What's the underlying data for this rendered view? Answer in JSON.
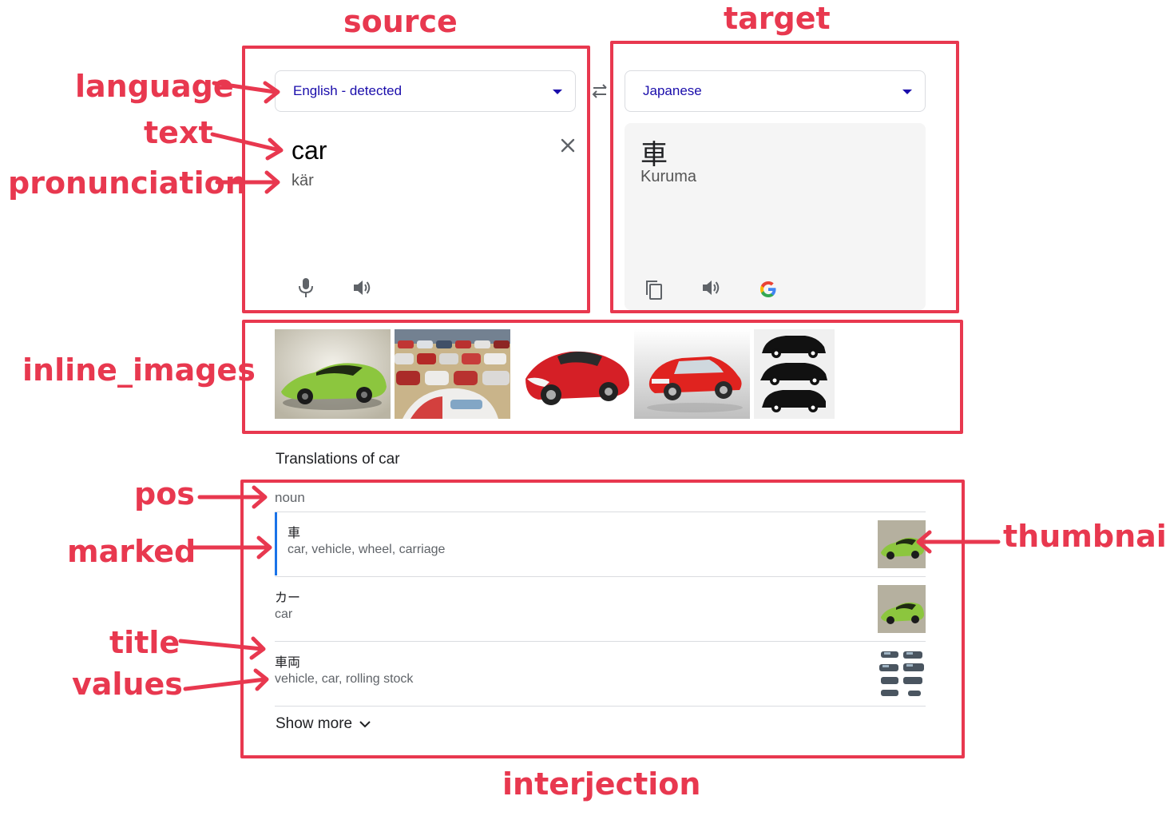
{
  "annotations": {
    "source": "source",
    "target": "target",
    "language": "language",
    "text": "text",
    "pronunciation": "pronunciation",
    "inline_images": "inline_images",
    "pos": "pos",
    "marked": "marked",
    "thumbnail": "thumbnail",
    "title": "title",
    "values": "values",
    "interjection": "interjection"
  },
  "source": {
    "language": "English - detected",
    "text": "car",
    "pronunciation": "kär"
  },
  "target": {
    "language": "Japanese",
    "text": "車",
    "romanization": "Kuruma"
  },
  "icons": {
    "swap": "swap-arrows-icon",
    "clear": "close-icon",
    "mic": "mic-icon",
    "listen": "speaker-icon",
    "copy": "copy-icon",
    "google": "google-g-icon",
    "chevron": "chevron-down-icon"
  },
  "inline_images": [
    "green sports car",
    "parking lot of cars",
    "red sports car",
    "red sedan",
    "car silhouettes"
  ],
  "translations": {
    "heading": "Translations of car",
    "pos": "noun",
    "rows": [
      {
        "title": "車",
        "values": "car, vehicle, wheel, carriage",
        "thumbnail": "green sports car",
        "marked": true
      },
      {
        "title": "カー",
        "values": "car",
        "thumbnail": "green sports car",
        "marked": false
      },
      {
        "title": "車両",
        "values": "vehicle, car, rolling stock",
        "thumbnail": "vehicles grid",
        "marked": false
      }
    ],
    "show_more": "Show more"
  },
  "colors": {
    "annotation": "#e8384f",
    "link_blue": "#1a0dab",
    "marker_blue": "#1a73e8"
  }
}
